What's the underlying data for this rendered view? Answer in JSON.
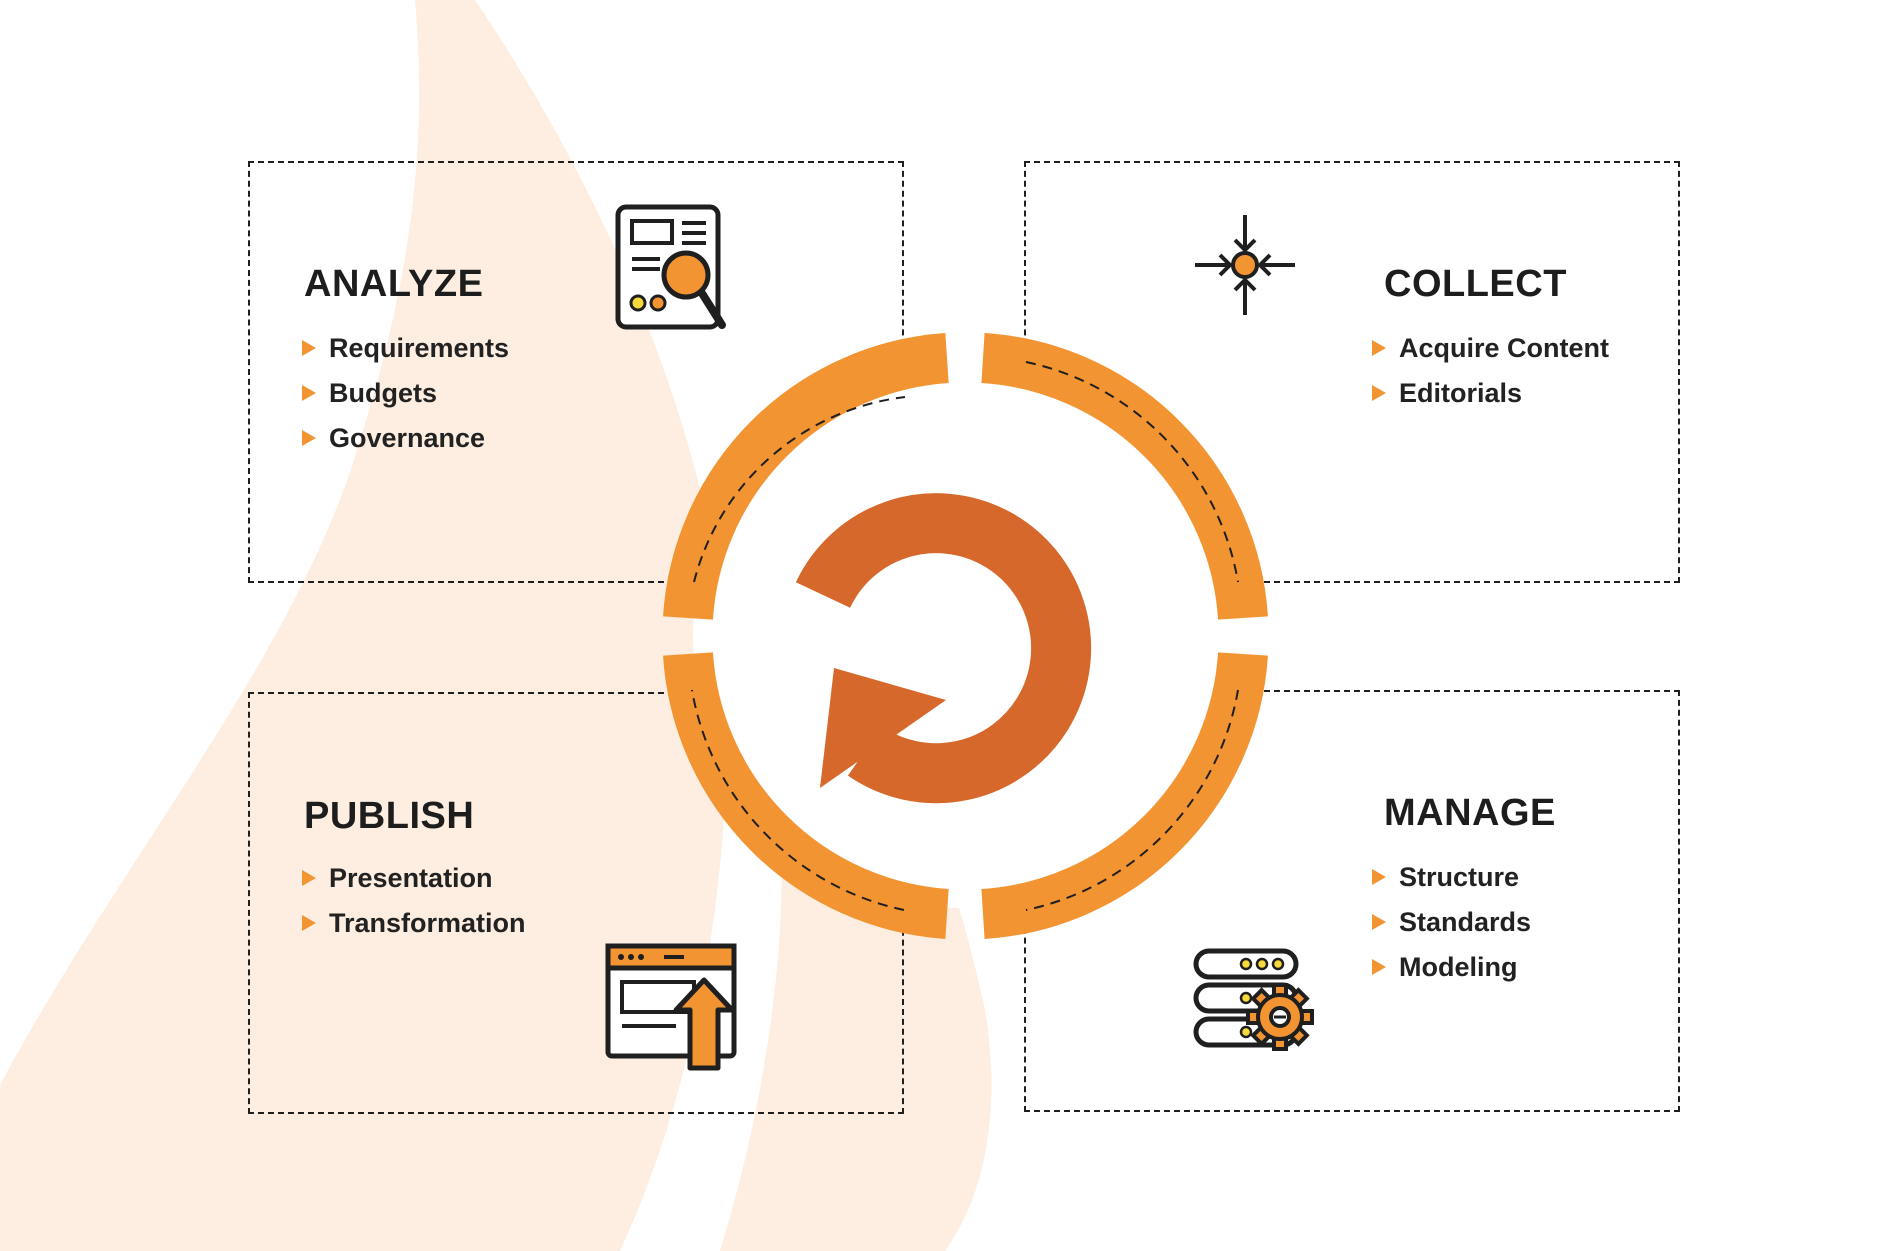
{
  "colors": {
    "accent": "#f39433",
    "cycle_arrow": "#d6682b",
    "background_shape": "#fdeee1",
    "text": "#1d1d1d"
  },
  "center": {
    "icon": "refresh-cycle-icon"
  },
  "quadrants": {
    "analyze": {
      "title": "ANALYZE",
      "items": [
        "Requirements",
        "Budgets",
        "Governance"
      ],
      "icon": "document-search-icon"
    },
    "collect": {
      "title": "COLLECT",
      "items": [
        "Acquire Content",
        "Editorials"
      ],
      "icon": "converge-target-icon"
    },
    "publish": {
      "title": "PUBLISH",
      "items": [
        "Presentation",
        "Transformation"
      ],
      "icon": "browser-upload-icon"
    },
    "manage": {
      "title": "MANAGE",
      "items": [
        "Structure",
        "Standards",
        "Modeling"
      ],
      "icon": "server-gear-icon"
    }
  }
}
